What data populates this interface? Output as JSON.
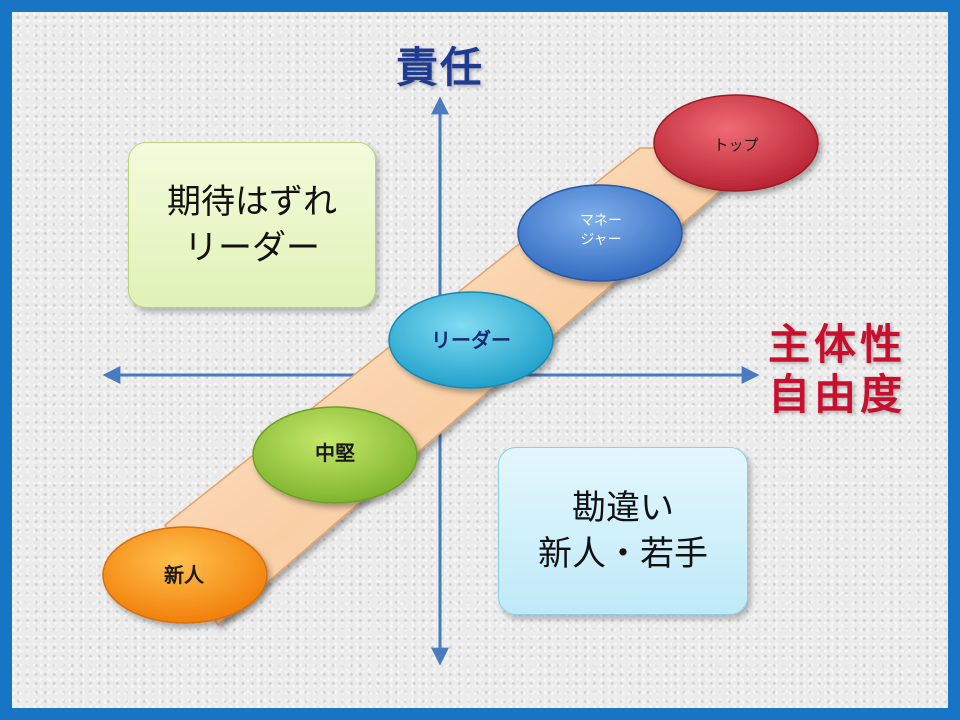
{
  "axes": {
    "y_title": "責任",
    "x_title": "主体性\n自由度"
  },
  "quadrant_boxes": {
    "top_left": "期待はずれ\nリーダー",
    "bottom_right": "勘違い\n新人・若手"
  },
  "stages": [
    {
      "label": "新人",
      "color": "#ff8c1a"
    },
    {
      "label": "中堅",
      "color": "#8cc63f"
    },
    {
      "label": "リーダー",
      "color": "#2bb0d6"
    },
    {
      "label": "マネー\nジャー",
      "color": "#3b78c9"
    },
    {
      "label": "トップ",
      "color": "#c8283a"
    }
  ],
  "colors": {
    "frame": "#1874c4",
    "axis": "#4a7bc0",
    "band": "#f8c9a0"
  }
}
